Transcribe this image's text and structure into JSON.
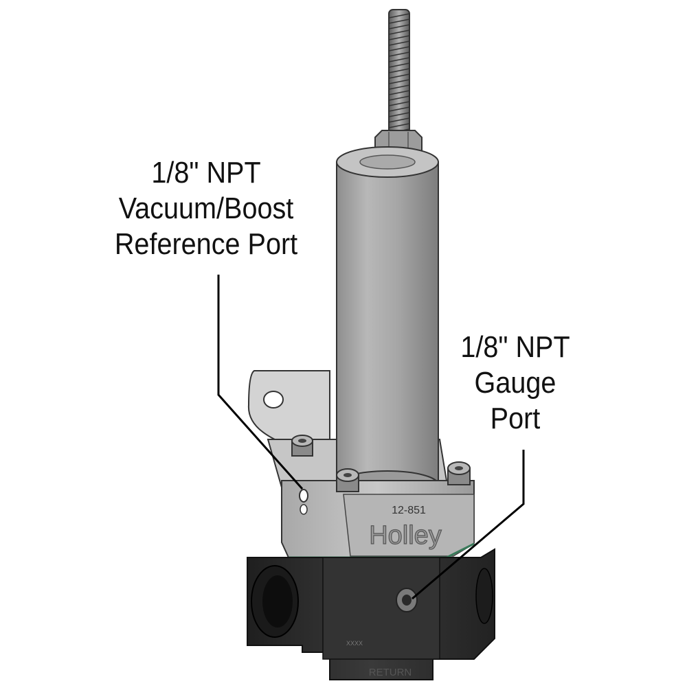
{
  "callouts": {
    "vacuum_port": {
      "lines": [
        "1/8\" NPT",
        "Vacuum/Boost",
        "Reference Port"
      ]
    },
    "gauge_port": {
      "lines": [
        "1/8\" NPT",
        "Gauge",
        "Port"
      ]
    }
  },
  "regulator": {
    "part_number": "12-851",
    "brand": "Holley",
    "port_marking": "RETURN",
    "small_marking": "XXXX"
  },
  "colors": {
    "cylinder": "#a9a9a9",
    "aluminum": "#bdbdbd",
    "body": "#2b2b2b",
    "callout_line": "#000000"
  }
}
